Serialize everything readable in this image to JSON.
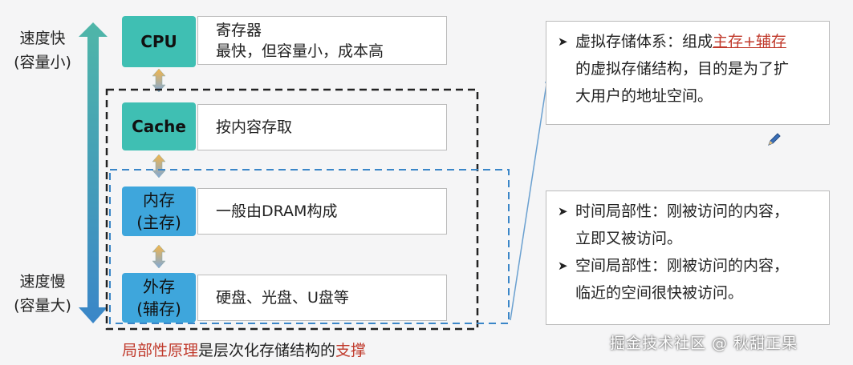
{
  "speed": {
    "fast": "速度快",
    "fast_paren": "(容量小)",
    "slow": "速度慢",
    "slow_paren": "(容量大)"
  },
  "hierarchy": [
    {
      "label": "CPU",
      "desc_lines": [
        "寄存器",
        "最快，但容量小，成本高"
      ]
    },
    {
      "label": "Cache",
      "desc_lines": [
        "按内容存取"
      ]
    },
    {
      "label_lines": [
        "内存",
        "(主存)"
      ],
      "desc_lines": [
        "一般由DRAM构成"
      ]
    },
    {
      "label_lines": [
        "外存",
        "(辅存)"
      ],
      "desc_lines": [
        "硬盘、光盘、U盘等"
      ]
    }
  ],
  "bottom_note": {
    "part1": "局部性原理",
    "part2": "是层次化存储结构的",
    "part3": "支撑"
  },
  "virtual_memory": {
    "bullet": "➤",
    "line1_a": "虚拟存储体系：组成",
    "line1_b": "主存+辅存",
    "line2": "的虚拟存储结构，目的是为了扩",
    "line3": "大用户的地址空间。"
  },
  "locality": {
    "bullet": "➤",
    "temporal_1": "时间局部性：刚被访问的内容，",
    "temporal_2": "立即又被访问。",
    "spatial_1": "空间局部性：刚被访问的内容，",
    "spatial_2": "临近的空间很快被访问。"
  },
  "watermark": "掘金技术社区 @ 秋甜正果",
  "icons": [
    "pencil-icon",
    "double-arrow-icon"
  ],
  "colors": {
    "teal": "#3fbfb3",
    "blue": "#3ea6dc",
    "red": "#c0392b",
    "dashed_blue": "#3a86c8"
  }
}
